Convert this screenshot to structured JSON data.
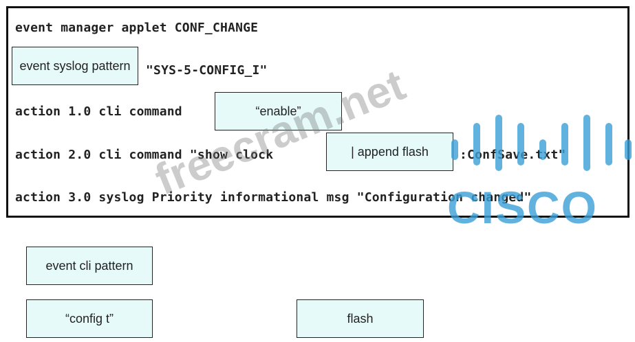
{
  "code_lines": {
    "line1": "event manager applet CONF_CHANGE",
    "line2_suffix": "\"SYS-5-CONFIG_I\"",
    "line3_prefix": "action 1.0 cli command",
    "line4_prefix": "action 2.0 cli command \"show clock",
    "line4_suffix": ":ConfSave.txt\"",
    "line5": "action 3.0 syslog Priority informational msg \"Configuration changed\""
  },
  "placed_boxes": {
    "event_syslog": "event syslog pattern",
    "enable": "“enable”",
    "append_flash": "| append flash"
  },
  "answer_options": {
    "event_cli": "event cli pattern",
    "config_t": "“config t”",
    "flash": "flash"
  },
  "watermark": "freecram.net",
  "logo": {
    "text": "CISCO",
    "icon": "cisco-logo-icon",
    "color": "#3b9fd8"
  },
  "colors": {
    "drop_box_fill": "#e6fafa"
  }
}
